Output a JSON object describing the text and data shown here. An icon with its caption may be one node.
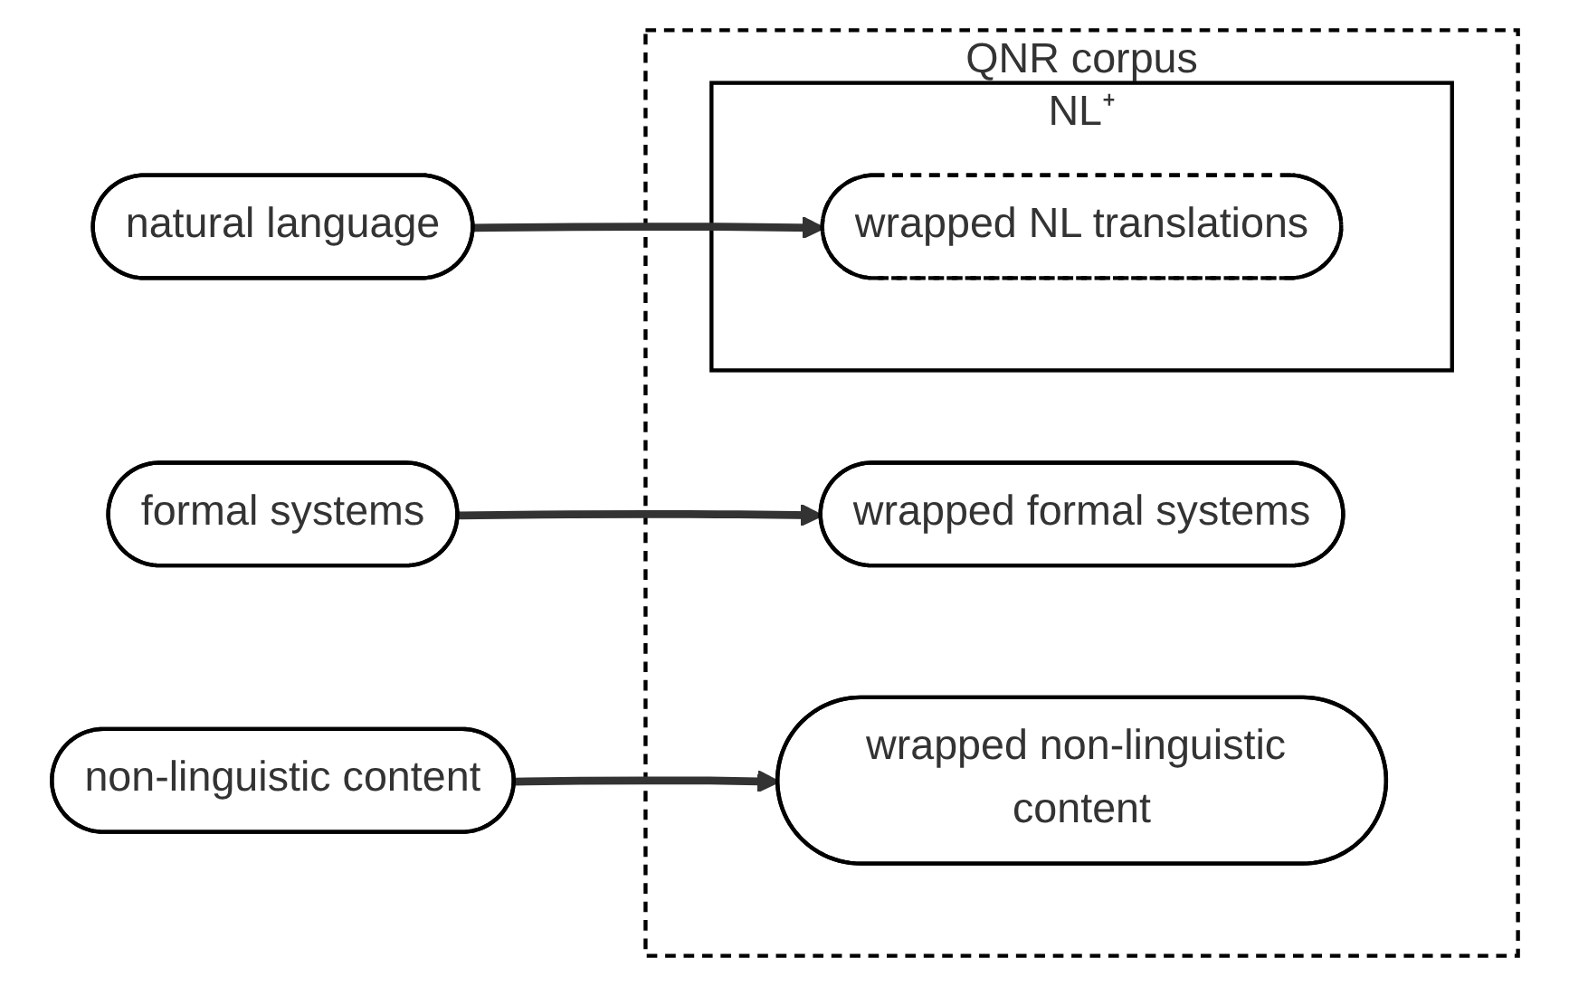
{
  "diagram": {
    "nodes": [
      {
        "text": [
          "natural language"
        ]
      },
      {
        "text": [
          "formal systems"
        ]
      },
      {
        "text": [
          "non-linguistic content"
        ]
      },
      {
        "text": [
          "QNR corpus"
        ]
      },
      {
        "text": [
          "NL⁺"
        ],
        "in": 3
      },
      {
        "text": [
          "wrapped NL translations"
        ],
        "in": 4
      },
      {
        "text": [
          "wrapped formal systems"
        ],
        "in": 3
      },
      {
        "text": [
          "wrapped non-linguistic content"
        ],
        "in": 3
      }
    ],
    "edges": [
      {
        "from": 0,
        "to": 5,
        "arrow": "to"
      },
      {
        "from": 1,
        "to": 6,
        "arrow": "to"
      },
      {
        "from": 2,
        "to": 7,
        "arrow": "to"
      }
    ]
  }
}
